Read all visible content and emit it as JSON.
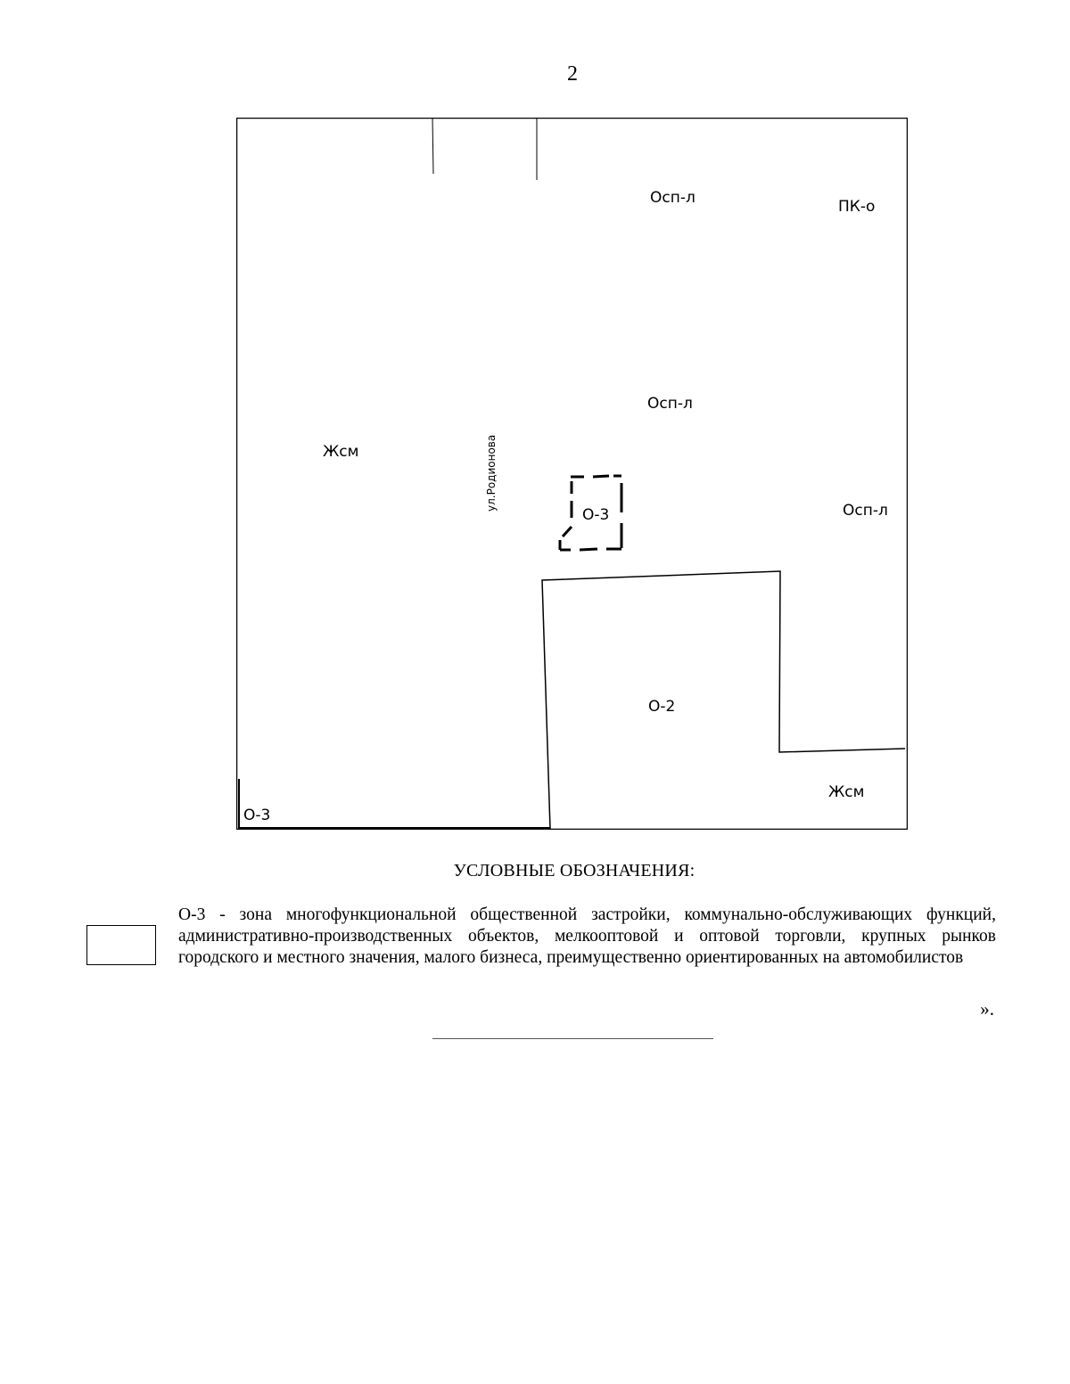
{
  "page": {
    "number": "2"
  },
  "map": {
    "zone_labels": {
      "ospl_top": "Осп-л",
      "pko": "ПК-о",
      "ospl_mid": "Осп-л",
      "zhsm_left": "Жсм",
      "o3_center": "О-3",
      "ospl_right": "Осп-л",
      "o2": "О-2",
      "zhsm_bottom": "Жсм",
      "o3_corner": "О-3"
    },
    "street_label": "ул.Родионова"
  },
  "legend": {
    "title": "УСЛОВНЫЕ ОБОЗНАЧЕНИЯ:",
    "text": "О-3 - зона многофункциональной общественной застройки, коммунально-обслуживающих функций, административно-производственных объектов, мелкооптовой и оптовой торговли, крупных рынков городского и местного значения, малого бизнеса, преимущественно ориентированных на автомобилистов"
  },
  "closing": "».",
  "icons": {
    "legend_box": "outline-rectangle-icon"
  }
}
